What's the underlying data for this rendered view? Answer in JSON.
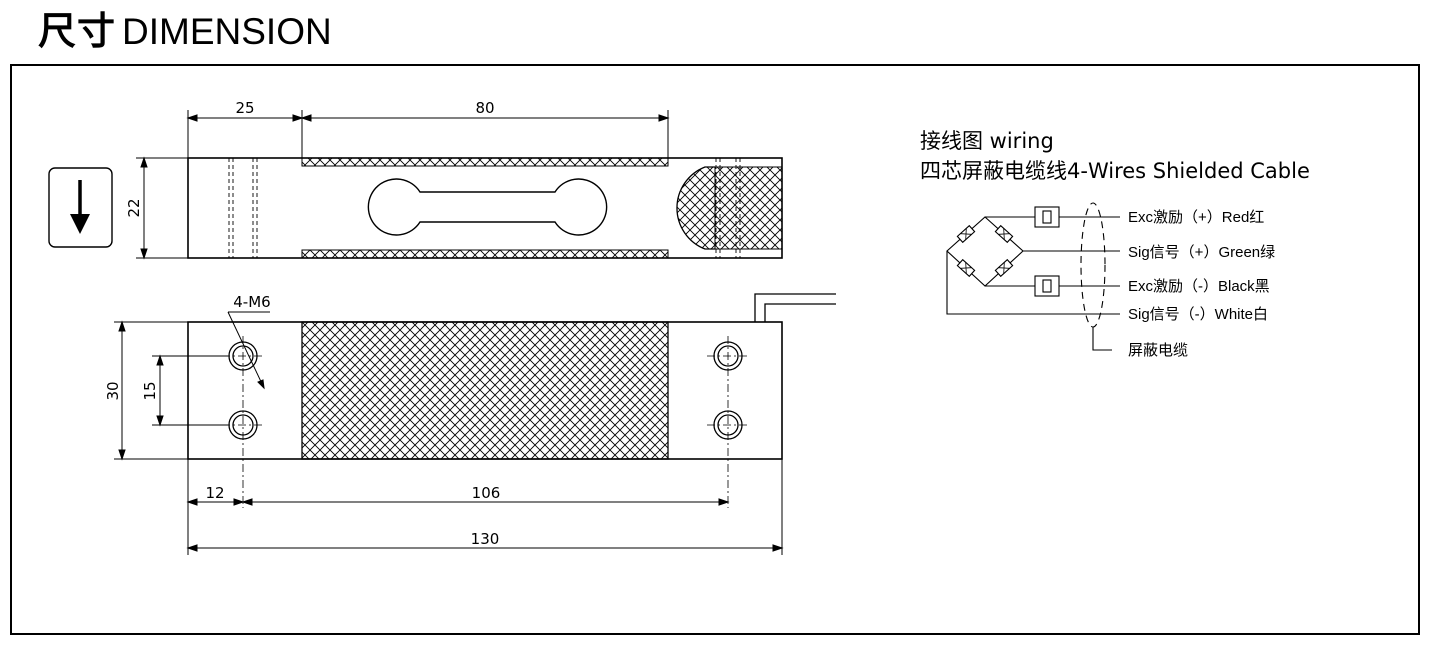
{
  "title": {
    "zh": "尺寸",
    "en": "DIMENSION"
  },
  "dimensions": {
    "top_25": "25",
    "top_80": "80",
    "height_22": "22",
    "thread": "4-M6",
    "side_30": "30",
    "side_15": "15",
    "bottom_12": "12",
    "bottom_106": "106",
    "total_130": "130"
  },
  "wiring": {
    "title1": "接线图 wiring",
    "title2": "四芯屏蔽电缆线4-Wires Shielded Cable",
    "wires": [
      "Exc激励（+）Red红",
      "Sig信号（+）Green绿",
      "Exc激励（-）Black黑",
      "Sig信号（-）White白"
    ],
    "shield": "屏蔽电缆"
  }
}
